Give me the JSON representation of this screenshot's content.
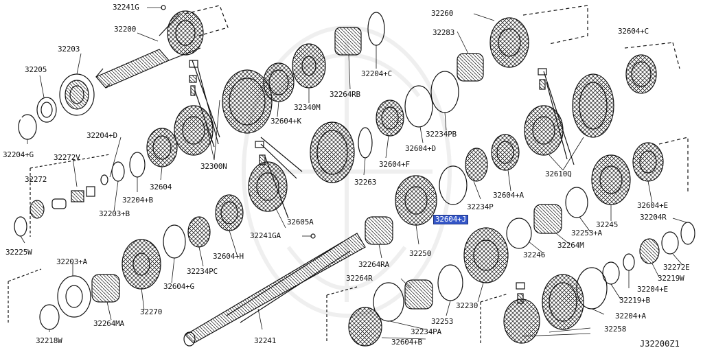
{
  "diagram": {
    "figure_code": "J32200Z1",
    "highlight_color": "#3557c8",
    "labels": [
      {
        "id": "l1",
        "text": "32241G"
      },
      {
        "id": "l2",
        "text": "32200"
      },
      {
        "id": "l3",
        "text": "32203"
      },
      {
        "id": "l4",
        "text": "32205"
      },
      {
        "id": "l5",
        "text": "32204+G"
      },
      {
        "id": "l6",
        "text": "32204+D"
      },
      {
        "id": "l7",
        "text": "32272V"
      },
      {
        "id": "l8",
        "text": "32272"
      },
      {
        "id": "l9",
        "text": "32203+B"
      },
      {
        "id": "l10",
        "text": "32204+B"
      },
      {
        "id": "l11",
        "text": "32225W"
      },
      {
        "id": "l12",
        "text": "32203+A"
      },
      {
        "id": "l13",
        "text": "32264MA"
      },
      {
        "id": "l14",
        "text": "32218W"
      },
      {
        "id": "l15",
        "text": "32270"
      },
      {
        "id": "l16",
        "text": "32604+G"
      },
      {
        "id": "l17",
        "text": "32234PC"
      },
      {
        "id": "l18",
        "text": "32604+H"
      },
      {
        "id": "l19",
        "text": "32241GA"
      },
      {
        "id": "l20",
        "text": "32241"
      },
      {
        "id": "l21",
        "text": "32604"
      },
      {
        "id": "l22",
        "text": "32300N"
      },
      {
        "id": "l23",
        "text": "32604+K"
      },
      {
        "id": "l24",
        "text": "32340M"
      },
      {
        "id": "l25",
        "text": "32264RB"
      },
      {
        "id": "l26",
        "text": "32204+C"
      },
      {
        "id": "l27",
        "text": "32605A"
      },
      {
        "id": "l28",
        "text": "32604+F"
      },
      {
        "id": "l29",
        "text": "32263"
      },
      {
        "id": "l30",
        "text": "32604+D"
      },
      {
        "id": "l31",
        "text": "32234PB"
      },
      {
        "id": "l32",
        "text": "32260"
      },
      {
        "id": "l33",
        "text": "32283"
      },
      {
        "id": "l34",
        "text": "32604+C"
      },
      {
        "id": "l35",
        "text": "32610Q"
      },
      {
        "id": "l36",
        "text": "32604+A"
      },
      {
        "id": "l37",
        "text": "32234P"
      },
      {
        "id": "l38",
        "text": "32604+J",
        "highlight": true
      },
      {
        "id": "l39",
        "text": "32250"
      },
      {
        "id": "l40",
        "text": "32264RA"
      },
      {
        "id": "l41",
        "text": "32264R"
      },
      {
        "id": "l42",
        "text": "32253"
      },
      {
        "id": "l43",
        "text": "32234PA"
      },
      {
        "id": "l44",
        "text": "32604+B"
      },
      {
        "id": "l45",
        "text": "32230"
      },
      {
        "id": "l46",
        "text": "32246"
      },
      {
        "id": "l47",
        "text": "32264M"
      },
      {
        "id": "l48",
        "text": "32253+A"
      },
      {
        "id": "l49",
        "text": "32245"
      },
      {
        "id": "l50",
        "text": "32604+E"
      },
      {
        "id": "l51",
        "text": "32204R"
      },
      {
        "id": "l52",
        "text": "32272E"
      },
      {
        "id": "l53",
        "text": "32219W"
      },
      {
        "id": "l54",
        "text": "32204+E"
      },
      {
        "id": "l55",
        "text": "32219+B"
      },
      {
        "id": "l56",
        "text": "32204+A"
      },
      {
        "id": "l57",
        "text": "32258"
      }
    ]
  }
}
